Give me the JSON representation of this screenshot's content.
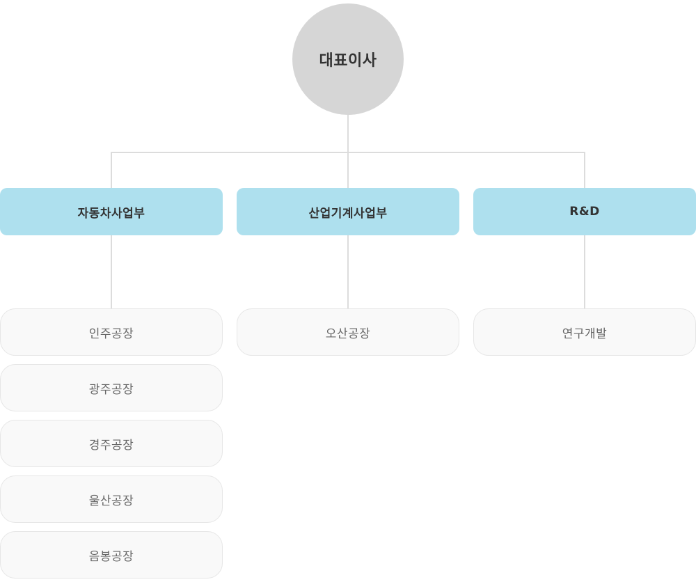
{
  "org_chart": {
    "root_label": "대표이사",
    "columns": [
      {
        "division_label": "자동차사업부",
        "children": [
          {
            "label": "인주공장"
          },
          {
            "label": "광주공장"
          },
          {
            "label": "경주공장"
          },
          {
            "label": "울산공장"
          },
          {
            "label": "음봉공장"
          }
        ]
      },
      {
        "division_label": "산업기계사업부",
        "children": [
          {
            "label": "오산공장"
          }
        ]
      },
      {
        "division_label": "R&D",
        "children": [
          {
            "label": "연구개발"
          }
        ]
      }
    ],
    "colors": {
      "background": "#ffffff",
      "root_node_bg": "#d6d6d6",
      "division_node_bg": "#aee0ee",
      "child_node_bg": "#f9f9f9",
      "child_node_border": "#e6e6e6",
      "connector_line": "#dcdcdc",
      "root_text": "#333333",
      "division_text": "#333333",
      "child_text": "#666666"
    }
  }
}
